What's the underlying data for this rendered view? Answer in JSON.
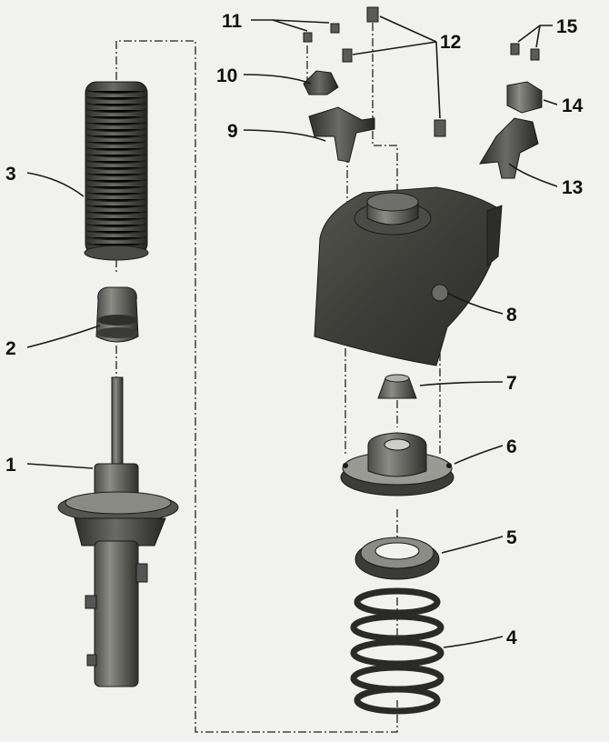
{
  "callouts": {
    "c1": "1",
    "c2": "2",
    "c3": "3",
    "c4": "4",
    "c5": "5",
    "c6": "6",
    "c7": "7",
    "c8": "8",
    "c9": "9",
    "c10": "10",
    "c11": "11",
    "c12": "12",
    "c13": "13",
    "c14": "14",
    "c15": "15"
  },
  "colors": {
    "background": "#f1f1ee",
    "ink": "#1a1a1a",
    "part_dark": "#3d3d3b",
    "part_mid": "#6e6e6a",
    "part_light": "#a9a9a3"
  }
}
